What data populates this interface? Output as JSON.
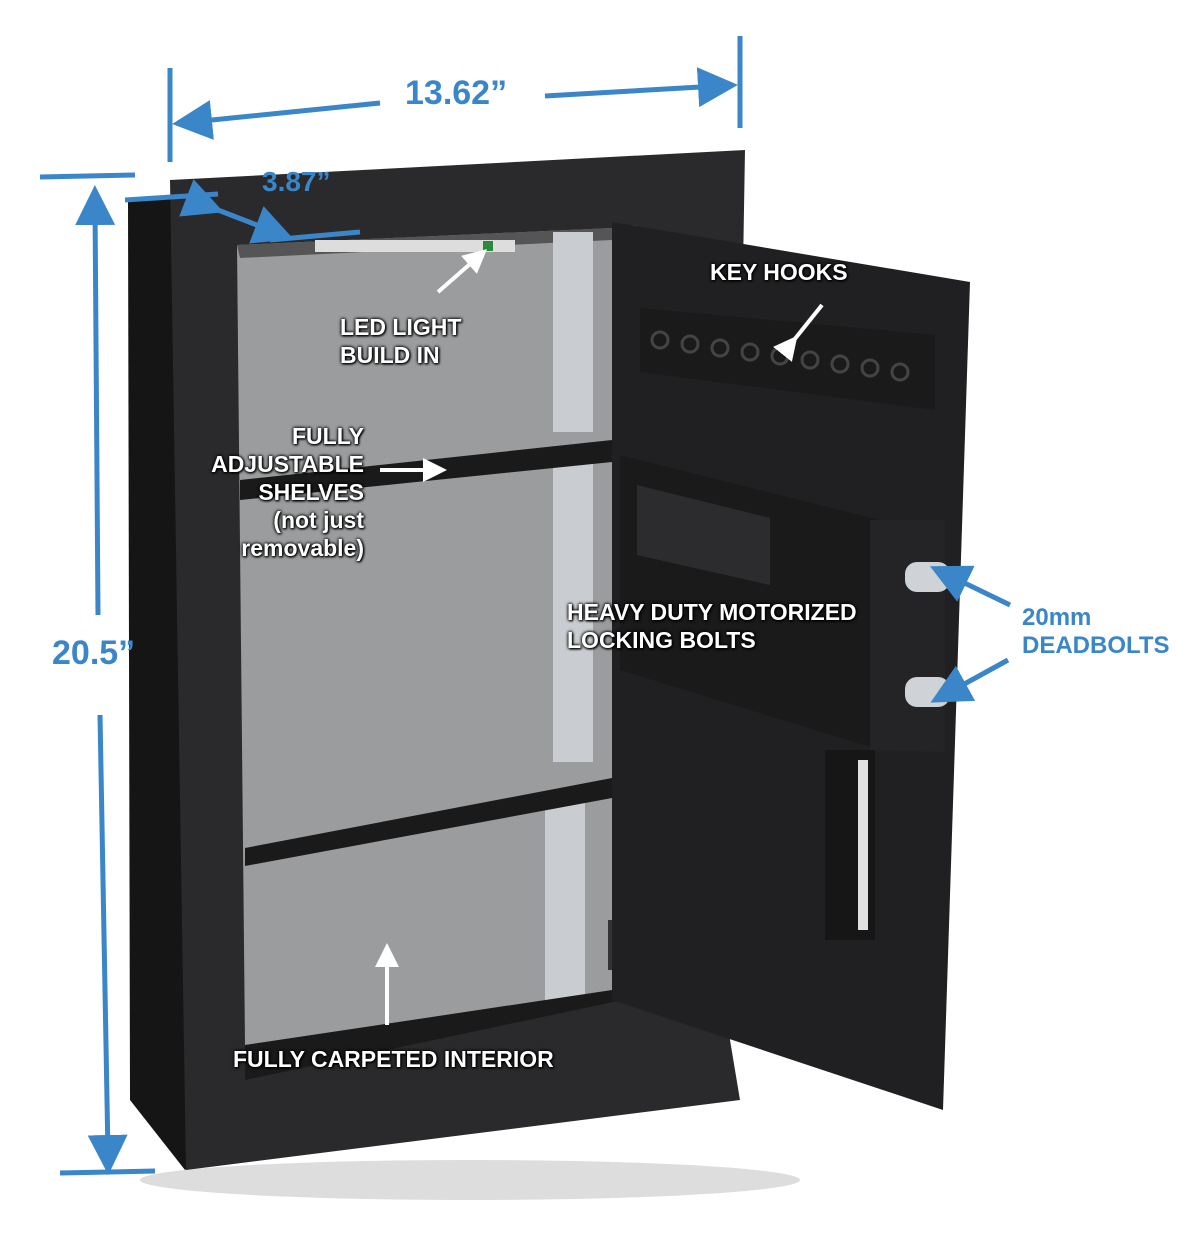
{
  "dimensions": {
    "width": "13.62”",
    "depth": "3.87”",
    "height": "20.5”"
  },
  "callouts": {
    "led": [
      "LED LIGHT",
      "BUILD IN"
    ],
    "shelves": [
      "FULLY",
      "ADJUSTABLE",
      "SHELVES",
      "(not just",
      "removable)"
    ],
    "key_hooks": "KEY HOOKS",
    "bolts": [
      "HEAVY DUTY MOTORIZED",
      "LOCKING BOLTS"
    ],
    "deadbolts": [
      "20mm",
      "DEADBOLTS"
    ],
    "interior": "FULLY CARPETED INTERIOR"
  },
  "colors": {
    "accent": "#3a86c8",
    "safe": "#1d1d1f",
    "carpet": "#9a9c9e"
  }
}
